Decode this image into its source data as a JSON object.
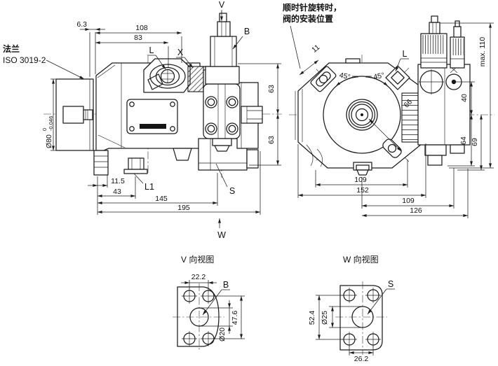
{
  "annotations": {
    "flange_label_line1": "法兰",
    "flange_label_line2": "ISO 3019-2",
    "note_line1": "顺时针旋转时，",
    "note_line2": "阀的安装位置"
  },
  "side_view": {
    "dim_6_3": "6.3",
    "dim_108": "108",
    "dim_83": "83",
    "dim_63_top": "63",
    "dim_63_bottom": "63",
    "shaft_dia": "Ø80",
    "shaft_tol_upper": "0",
    "shaft_tol_lower": "-0.046",
    "dim_11_5": "11.5",
    "dim_43": "43",
    "dim_145": "145",
    "dim_195": "195",
    "port_v": "V",
    "port_b": "B",
    "port_l": "L",
    "port_x": "X",
    "port_l1": "L1",
    "port_s": "S",
    "view_w_arrow": "W"
  },
  "rear_view": {
    "dim_11": "11",
    "angle_left": "45°",
    "angle_right": "45°",
    "dim_66": "66",
    "port_l": "L",
    "dim_max": "max. 110",
    "dim_40": "40",
    "dim_64": "64",
    "dim_69": "69",
    "dim_109_flange": "109",
    "dim_152": "152",
    "dim_109_valve": "109",
    "dim_126": "126"
  },
  "view_v": {
    "title": "V 向视图",
    "dim_22_2": "22.2",
    "dim_47_6": "47.6",
    "dim_d20": "Ø20",
    "port_b": "B"
  },
  "view_w": {
    "title": "W 向视图",
    "dim_52_4": "52.4",
    "dim_d25": "Ø25",
    "dim_26_2": "26.2",
    "port_s": "S"
  }
}
